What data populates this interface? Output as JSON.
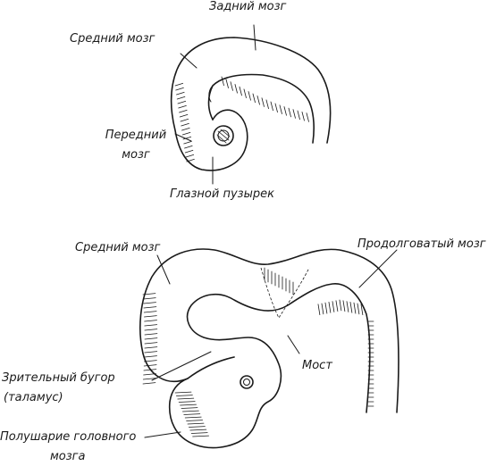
{
  "top_diagram": {
    "labels": {
      "hindbrain": "Задний мозг",
      "midbrain": "Средний мозг",
      "forebrain_line1": "Передний",
      "forebrain_line2": "мозг",
      "optic_vesicle": "Глазной пузырек"
    }
  },
  "bottom_diagram": {
    "labels": {
      "midbrain": "Средний мозг",
      "medulla": "Продолговатый мозг",
      "pons": "Мост",
      "thalamus_line1": "Зрительный бугор",
      "thalamus_line2": "(таламус)",
      "hemisphere_line1": "Полушарие головного",
      "hemisphere_line2": "мозга"
    }
  }
}
